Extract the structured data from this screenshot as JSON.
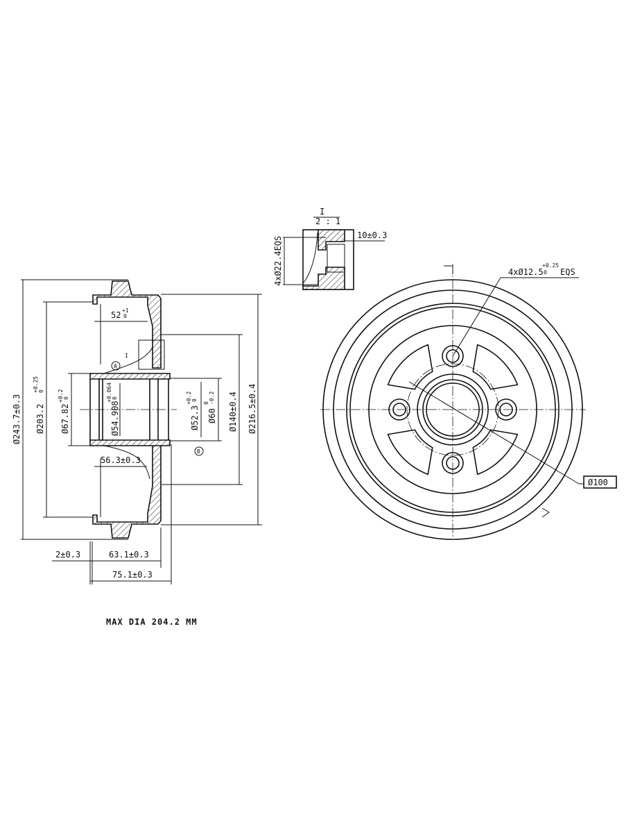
{
  "detail": {
    "section_label": "I",
    "scale": "2 : 1",
    "width_dim": "10±0.3",
    "dia_dim": "4xØ22.4EQS",
    "marker": "I"
  },
  "side_view": {
    "d_outer": "Ø243.7±0.3",
    "d_drum": "Ø203.2",
    "d_drum_tol_up": "+0.25",
    "d_drum_tol_lo": "0",
    "d_bore1": "Ø67.82",
    "d_bore1_tol_up": "+0.2",
    "d_bore1_tol_lo": "0",
    "d_bore2": "Ø54.908",
    "d_bore2_tol_up": "+0.064",
    "d_bore2_tol_lo": "0",
    "d_bore3": "Ø52.3",
    "d_bore3_tol_up": "+0.2",
    "d_bore3_tol_lo": "0",
    "d_spigot": "Ø60",
    "d_spigot_tol_up": "0",
    "d_spigot_tol_lo": "-0.2",
    "d_pcd": "Ø140±0.4",
    "d_flange": "Ø216.5±0.4",
    "depth": "52",
    "depth_tol_up": "+1",
    "depth_tol_lo": "0",
    "inner_depth": "56.3±0.3",
    "offset": "2±0.3",
    "height": "63.1±0.3",
    "overall": "75.1±0.3",
    "datum_a": "A",
    "datum_b": "B"
  },
  "front_view": {
    "holes": "4xØ12.5",
    "holes_tol_up": "+0.25",
    "holes_tol_lo": "0",
    "holes_suffix": "EQS",
    "pcd": "Ø100"
  },
  "note": "MAX DIA 204.2 MM"
}
